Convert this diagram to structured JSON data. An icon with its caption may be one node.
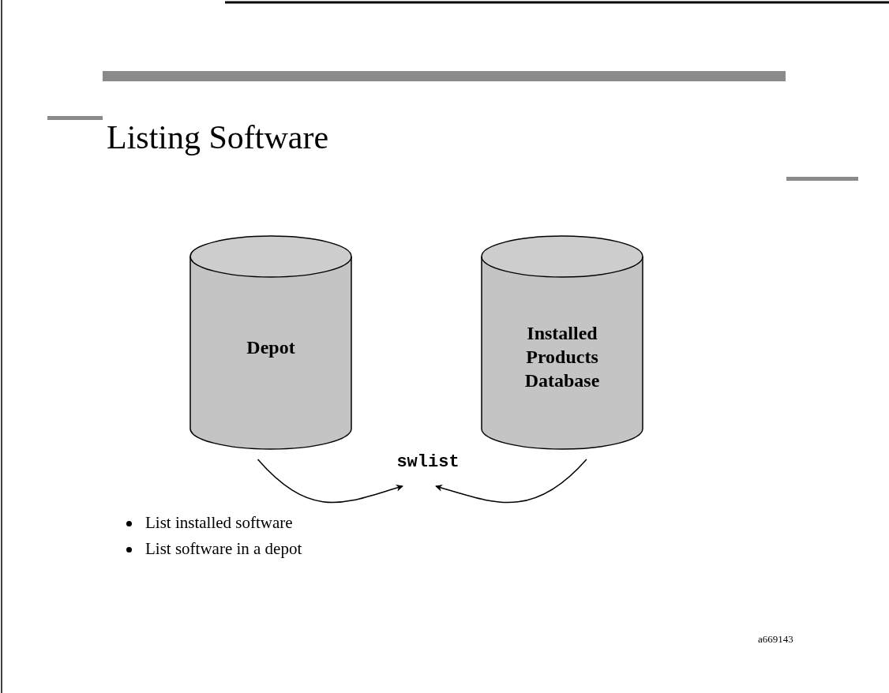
{
  "diagram": {
    "title": "Listing Software",
    "nodes": [
      {
        "text": [
          "Depot"
        ]
      },
      {
        "text": [
          "Installed Products Database"
        ]
      },
      {
        "text": [
          "swlist"
        ]
      }
    ],
    "edges": [
      {
        "from": 0,
        "to": 2,
        "arrow": "to"
      },
      {
        "from": 1,
        "to": 2,
        "arrow": "to"
      }
    ],
    "labels": [
      "List installed software",
      "List software in a depot",
      "a669143"
    ]
  }
}
